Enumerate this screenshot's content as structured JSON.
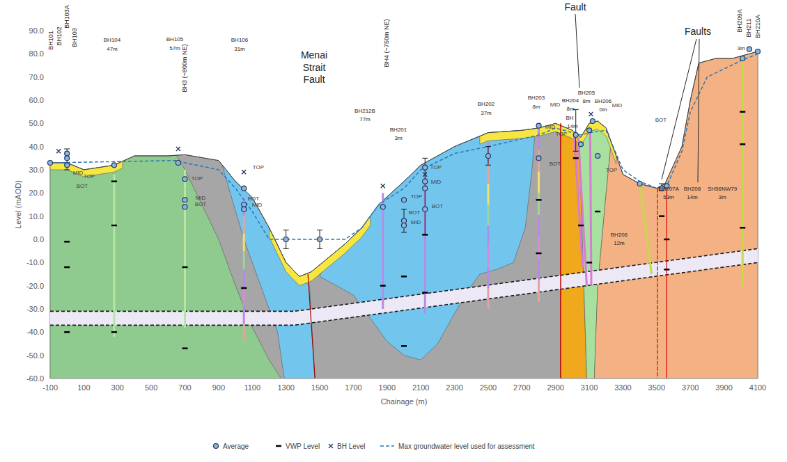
{
  "diagram": {
    "labels": [
      "90.0",
      "80.0",
      "70.0",
      "60.0",
      "50.0",
      "40.0",
      "30.0",
      "20.0",
      "10.0",
      "0.0",
      "-10.0",
      "-20.0",
      "-30.0",
      "-40.0",
      "-50.0",
      "-60.0",
      "Level (mAOD)",
      "-100",
      "100",
      "300",
      "500",
      "700",
      "900",
      "1100",
      "1300",
      "1500",
      "1700",
      "1900",
      "2100",
      "2300",
      "2500",
      "2700",
      "2900",
      "3100",
      "3300",
      "3500",
      "3700",
      "3900",
      "4100",
      "Chainage (m)",
      "BH101",
      "BH102",
      "BH103A",
      "BH103",
      "MID",
      "TOP",
      "BOT",
      "BH104",
      "47m",
      "BH105",
      "57m",
      "BH3 (~800m NE)",
      "TOP",
      "MID",
      "BOT",
      "BH106",
      "31m",
      "TOP",
      "BOT",
      "MID",
      "Menai Strait Fault",
      "BH212B",
      "77m",
      "BH4 (~750m NE)",
      "BH201",
      "3m",
      "TOP",
      "MID",
      "TOP",
      "BOT",
      "BOT",
      "MID",
      "BH202",
      "37m",
      "BH203",
      "8m",
      "MID",
      "TOP",
      "Fault",
      "BH204",
      "8m",
      "MID",
      "BH",
      "14m",
      "BH205",
      "8m",
      "BH206",
      "0m",
      "MID",
      "BOT",
      "TOP",
      "BOT",
      "BH206",
      "12m",
      "Faults",
      "BH207A",
      "53m",
      "BH208",
      "14m",
      "SH56NW79",
      "3m",
      "BH209A",
      "3m",
      "BH211",
      "BH210A"
    ],
    "legend": [
      {
        "text": "Average"
      },
      {
        "text": "VWP Level"
      },
      {
        "text": "BH Level"
      },
      {
        "text": "Max groundwater level used for assessment"
      }
    ]
  }
}
